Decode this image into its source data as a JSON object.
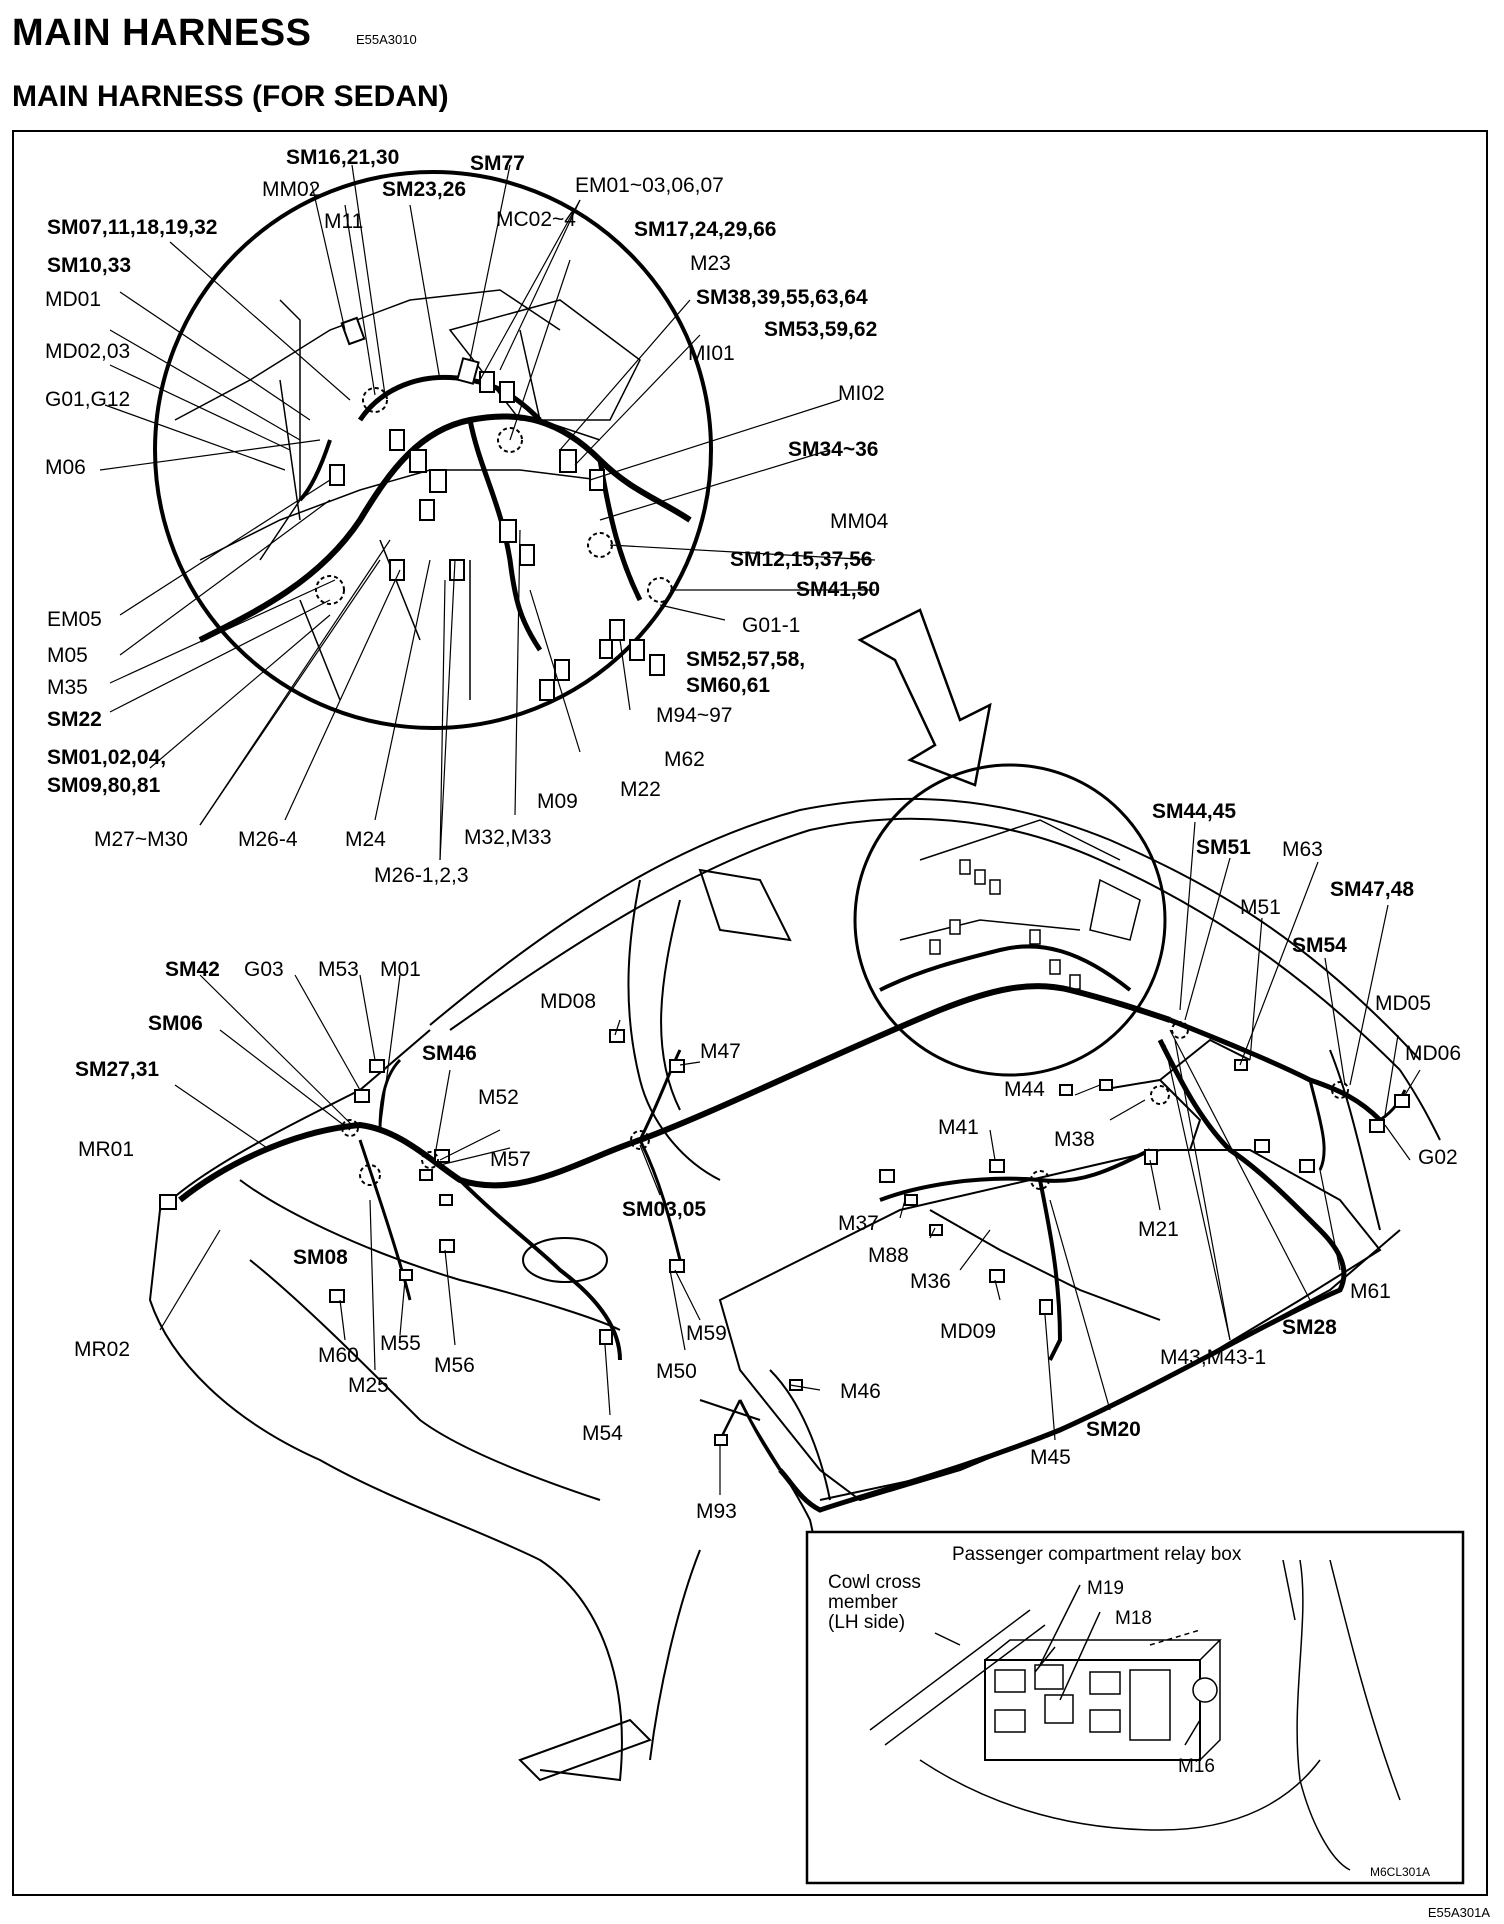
{
  "header": {
    "title": "MAIN HARNESS",
    "code": "E55A3010",
    "subtitle": "MAIN HARNESS (FOR SEDAN)"
  },
  "detail_labels": {
    "sm16_21_30": "SM16,21,30",
    "sm77": "SM77",
    "mm02": "MM02",
    "sm23_26": "SM23,26",
    "em01": "EM01~03,06,07",
    "m11": "M11",
    "mc02": "MC02~4",
    "sm07": "SM07,11,18,19,32",
    "sm17": "SM17,24,29,66",
    "m23": "M23",
    "sm10_33": "SM10,33",
    "sm38": "SM38,39,55,63,64",
    "md01": "MD01",
    "sm53": "SM53,59,62",
    "md02_03": "MD02,03",
    "mi01": "MI01",
    "g01_g12": "G01,G12",
    "mi02": "MI02",
    "sm34": "SM34~36",
    "m06": "M06",
    "mm04": "MM04",
    "sm12": "SM12,15,37,56",
    "sm41_50": "SM41,50",
    "em05": "EM05",
    "g01_1": "G01-1",
    "m05": "M05",
    "sm52": "SM52,57,58,",
    "sm60": "SM60,61",
    "m35": "M35",
    "m94": "M94~97",
    "sm22": "SM22",
    "sm01": "SM01,02,04,",
    "sm09": "SM09,80,81",
    "m62": "M62",
    "m22": "M22",
    "m09": "M09",
    "m27": "M27~M30",
    "m26_4": "M26-4",
    "m24": "M24",
    "m32": "M32,M33",
    "m26_123": "M26-1,2,3"
  },
  "car_labels": {
    "sm44": "SM44,45",
    "sm51": "SM51",
    "m63": "M63",
    "sm47": "SM47,48",
    "m51": "M51",
    "sm54": "SM54",
    "md05": "MD05",
    "md06": "MD06",
    "sm42": "SM42",
    "g03": "G03",
    "m53": "M53",
    "m01": "M01",
    "md08": "MD08",
    "sm06": "SM06",
    "sm46": "SM46",
    "m47": "M47",
    "m44": "M44",
    "sm27": "SM27,31",
    "m52": "M52",
    "m41": "M41",
    "m38": "M38",
    "g02": "G02",
    "mr01": "MR01",
    "m57": "M57",
    "sm03": "SM03,05",
    "m37": "M37",
    "m21": "M21",
    "m88": "M88",
    "sm08": "SM08",
    "m61": "M61",
    "m36": "M36",
    "sm28": "SM28",
    "md09": "MD09",
    "m59": "M59",
    "m43": "M43,M43-1",
    "mr02": "MR02",
    "m60": "M60",
    "m55": "M55",
    "m56": "M56",
    "m50": "M50",
    "m25": "M25",
    "m46": "M46",
    "m54": "M54",
    "sm20": "SM20",
    "m45": "M45",
    "m93": "M93"
  },
  "inset": {
    "relay_box": "Passenger compartment relay box",
    "cowl1": "Cowl cross",
    "cowl2": "member",
    "cowl3": "(LH side)",
    "m19": "M19",
    "m18": "M18",
    "m16": "M16",
    "code": "M6CL301A"
  },
  "footer": {
    "code": "E55A301A"
  }
}
